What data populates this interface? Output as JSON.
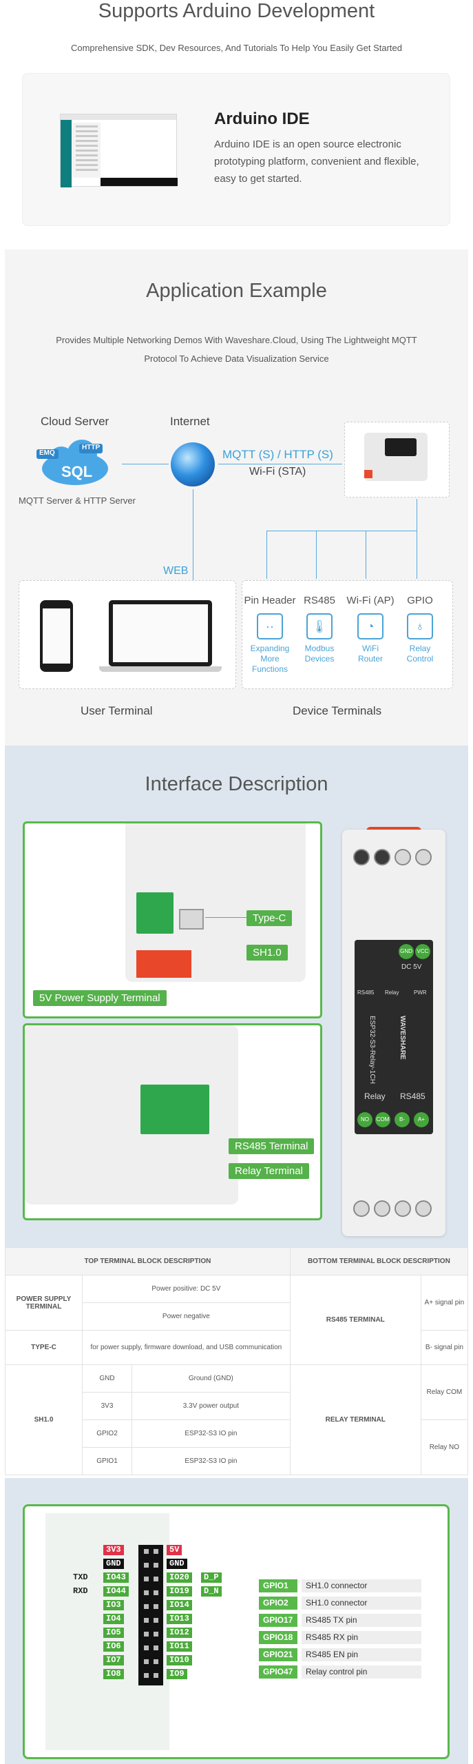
{
  "arduino": {
    "heading": "Supports Arduino Development",
    "subtitle": "Comprehensive SDK, Dev Resources, And Tutorials To Help You Easily Get Started",
    "card_title": "Arduino IDE",
    "card_desc": "Arduino IDE is an open source electronic prototyping platform, convenient and flexible, easy to get started."
  },
  "application": {
    "heading": "Application Example",
    "subtitle": "Provides Multiple Networking Demos With Waveshare.Cloud, Using The Lightweight MQTT Protocol To Achieve Data Visualization Service",
    "cloud_server": "Cloud Server",
    "internet": "Internet",
    "emq": "EMQ",
    "http": "HTTP",
    "sql": "SQL",
    "server_caption": "MQTT Server & HTTP Server",
    "link_protocol": "MQTT (S) / HTTP (S)",
    "link_wifi": "Wi-Fi (STA)",
    "web": "WEB",
    "user_terminal": "User Terminal",
    "device_terminals": "Device Terminals",
    "devices": [
      {
        "title": "Pin Header",
        "cap1": "Expanding",
        "cap2": "More Functions",
        "icon": "dots-icon"
      },
      {
        "title": "RS485",
        "cap1": "Modbus",
        "cap2": "Devices",
        "icon": "thermometer-icon"
      },
      {
        "title": "Wi-Fi (AP)",
        "cap1": "WiFi",
        "cap2": "Router",
        "icon": "router-icon"
      },
      {
        "title": "GPIO",
        "cap1": "Relay",
        "cap2": "Control",
        "icon": "bulb-icon"
      }
    ]
  },
  "interface": {
    "heading": "Interface Description",
    "callouts": {
      "typec": "Type-C",
      "sh10": "SH1.0",
      "power": "5V Power Supply Terminal",
      "rs485": "RS485 Terminal",
      "relay": "Relay Terminal"
    },
    "device_labels": {
      "gnd": "GND",
      "vcc": "VCC",
      "dc5v": "DC 5V",
      "rs485": "RS485",
      "relay": "Relay",
      "pwr": "PWR",
      "model": "ESP32-S3-Relay-1CH",
      "brand": "WAVESHARE",
      "relay_hdr": "Relay",
      "rs485_hdr": "RS485",
      "no": "NO",
      "com": "COM",
      "bminus": "B-",
      "aplus": "A+"
    }
  },
  "table": {
    "top_header": "TOP TERMINAL BLOCK DESCRIPTION",
    "bottom_header": "BOTTOM TERMINAL BLOCK DESCRIPTION",
    "power_terminal": "POWER SUPPLY TERMINAL",
    "power_pos": "Power positive: DC 5V",
    "power_neg": "Power negative",
    "typec": "TYPE-C",
    "typec_desc": "for power supply, firmware download, and USB communication",
    "sh10": "SH1.0",
    "sh_rows": [
      {
        "pin": "GND",
        "desc": "Ground (GND)"
      },
      {
        "pin": "3V3",
        "desc": "3.3V power output"
      },
      {
        "pin": "GPIO2",
        "desc": "ESP32-S3 IO pin"
      },
      {
        "pin": "GPIO1",
        "desc": "ESP32-S3 IO pin"
      }
    ],
    "rs485_terminal": "RS485 TERMINAL",
    "rs485_a": "A+ signal pin",
    "rs485_b": "B- signal pin",
    "relay_terminal": "RELAY TERMINAL",
    "relay_com": "Relay COM",
    "relay_no": "Relay NO"
  },
  "pinout": {
    "left": [
      {
        "a": "",
        "b": "3V3",
        "ac": "none",
        "bc": "red"
      },
      {
        "a": "",
        "b": "GND",
        "ac": "none",
        "bc": "blk"
      },
      {
        "a": "TXD",
        "b": "IO43",
        "ac": "none",
        "bc": "grn"
      },
      {
        "a": "RXD",
        "b": "IO44",
        "ac": "none",
        "bc": "grn"
      },
      {
        "a": "",
        "b": "IO3",
        "ac": "none",
        "bc": "grn"
      },
      {
        "a": "",
        "b": "IO4",
        "ac": "none",
        "bc": "grn"
      },
      {
        "a": "",
        "b": "IO5",
        "ac": "none",
        "bc": "grn"
      },
      {
        "a": "",
        "b": "IO6",
        "ac": "none",
        "bc": "grn"
      },
      {
        "a": "",
        "b": "IO7",
        "ac": "none",
        "bc": "grn"
      },
      {
        "a": "",
        "b": "IO8",
        "ac": "none",
        "bc": "grn"
      }
    ],
    "right": [
      {
        "a": "5V",
        "b": "",
        "ac": "red",
        "bc": "none"
      },
      {
        "a": "GND",
        "b": "",
        "ac": "blk",
        "bc": "none"
      },
      {
        "a": "IO20",
        "b": "D_P",
        "ac": "grn",
        "bc": "grn"
      },
      {
        "a": "IO19",
        "b": "D_N",
        "ac": "grn",
        "bc": "grn"
      },
      {
        "a": "IO14",
        "b": "",
        "ac": "grn",
        "bc": "none"
      },
      {
        "a": "IO13",
        "b": "",
        "ac": "grn",
        "bc": "none"
      },
      {
        "a": "IO12",
        "b": "",
        "ac": "grn",
        "bc": "none"
      },
      {
        "a": "IO11",
        "b": "",
        "ac": "grn",
        "bc": "none"
      },
      {
        "a": "IO10",
        "b": "",
        "ac": "grn",
        "bc": "none"
      },
      {
        "a": "IO9",
        "b": "",
        "ac": "grn",
        "bc": "none"
      }
    ],
    "legend": [
      {
        "pin": "GPIO1",
        "desc": "SH1.0 connector"
      },
      {
        "pin": "GPIO2",
        "desc": "SH1.0 connector"
      },
      {
        "pin": "GPIO17",
        "desc": "RS485 TX pin"
      },
      {
        "pin": "GPIO18",
        "desc": "RS485 RX pin"
      },
      {
        "pin": "GPIO21",
        "desc": "RS485 EN pin"
      },
      {
        "pin": "GPIO47",
        "desc": "Relay control pin"
      }
    ]
  }
}
